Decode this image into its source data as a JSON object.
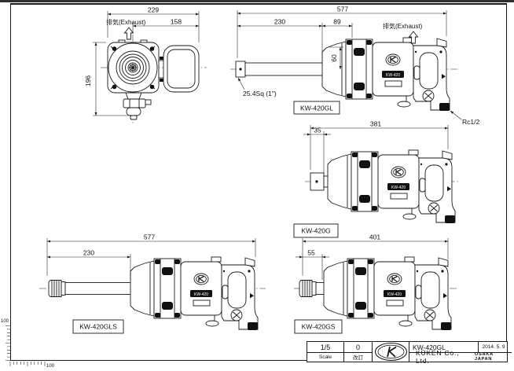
{
  "body_badge": "KW-420",
  "front_view": {
    "exhaust_label": "排気(Exhaust)",
    "dim_width": "229",
    "dim_partial": "158",
    "dim_height": "196"
  },
  "gl_view": {
    "model": "KW-420GL",
    "dim_total": "577",
    "dim_anvil": "230",
    "dim_head": "89",
    "dim_bore": "60",
    "drive_label": "25.4Sq (1\")",
    "exhaust_label": "排気(Exhaust)",
    "inlet_label": "Rc1/2"
  },
  "g_view": {
    "model": "KW-420G",
    "dim_total": "381",
    "dim_anvil": "35"
  },
  "gls_view": {
    "model": "KW-420GLS",
    "dim_total": "577",
    "dim_anvil": "230"
  },
  "gs_view": {
    "model": "KW-420GS",
    "dim_total": "401",
    "dim_anvil": "55"
  },
  "title_block": {
    "scale_value": "1/5",
    "scale_label": "Scale",
    "revision_value": "0",
    "revision_label": "改訂",
    "drawing_number": "KW-420GL",
    "date": "2014. 5. 9",
    "company": "KŪKEN Co., Ltd.",
    "location": "OSAKA JAPAN"
  },
  "rulers": {
    "left_scale_label": "100",
    "bottom_scale_label": "100"
  }
}
